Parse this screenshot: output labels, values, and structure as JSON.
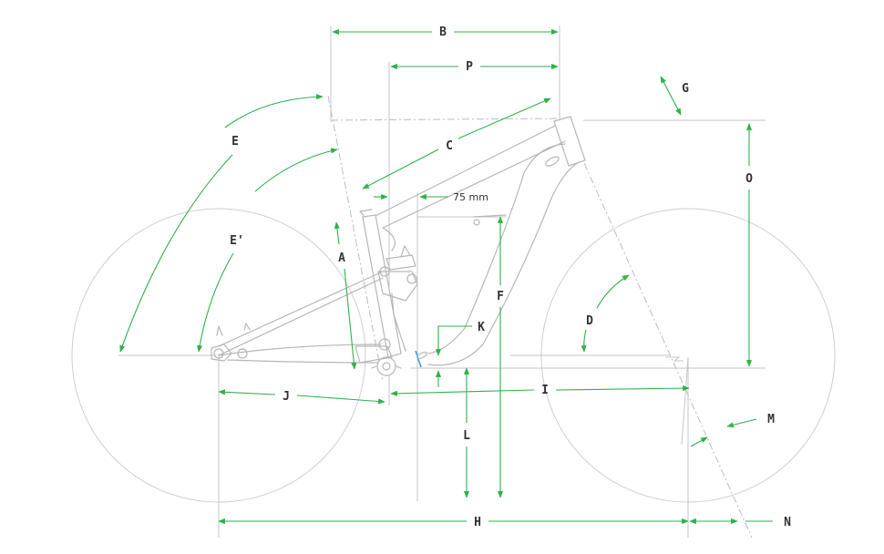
{
  "colors": {
    "dimension": "#2fb14a",
    "frame": "#b7b7b7",
    "text": "#333333",
    "marker": "#3aa0e0"
  },
  "labels": {
    "A": "A",
    "B": "B",
    "C": "C",
    "D": "D",
    "E": "E",
    "E_prime": "E'",
    "F": "F",
    "G": "G",
    "H": "H",
    "I": "I",
    "J": "J",
    "K": "K",
    "L": "L",
    "M": "M",
    "N": "N",
    "O": "O",
    "P": "P",
    "offset": "75 mm"
  }
}
